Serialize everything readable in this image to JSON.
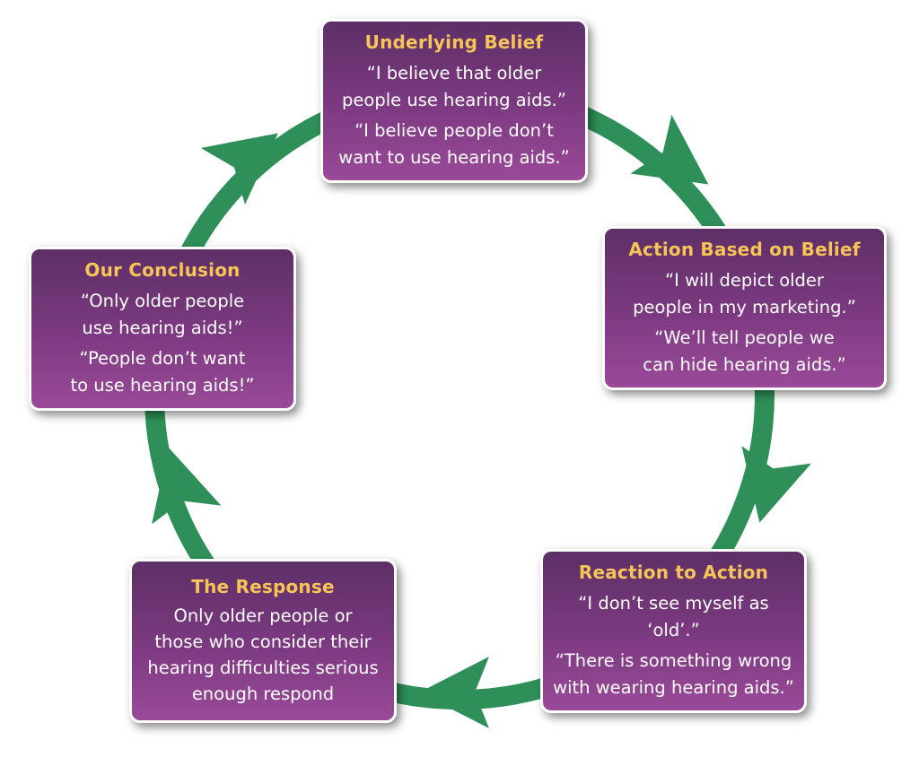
{
  "colors": {
    "arrow": "#2e9058",
    "box_top": "#5e2f66",
    "box_bottom": "#9a4a98",
    "title": "#f5c557",
    "text": "#ffffff"
  },
  "icons": [
    "cycle-ring",
    "arrow-head-icon"
  ],
  "boxes": {
    "underlying": {
      "title": "Underlying Belief",
      "quote1": "“I believe that older\npeople use hearing aids.”",
      "quote2": "“I believe people don’t\nwant to use hearing aids.”"
    },
    "action": {
      "title": "Action Based on Belief",
      "quote1": "“I will depict older\npeople in my marketing.”",
      "quote2": "“We’ll tell people we\ncan hide hearing aids.”"
    },
    "reaction": {
      "title": "Reaction to Action",
      "quote1": "“I don’t see myself as ‘old’.”",
      "quote2": "“There is something wrong\nwith wearing hearing aids.”"
    },
    "response": {
      "title": "The Response",
      "text": "Only older people or\nthose who consider their\nhearing difficulties serious\nenough respond"
    },
    "conclusion": {
      "title": "Our Conclusion",
      "quote1": "“Only older people\nuse hearing aids!”",
      "quote2": "“People don’t want\nto use hearing aids!”"
    }
  }
}
